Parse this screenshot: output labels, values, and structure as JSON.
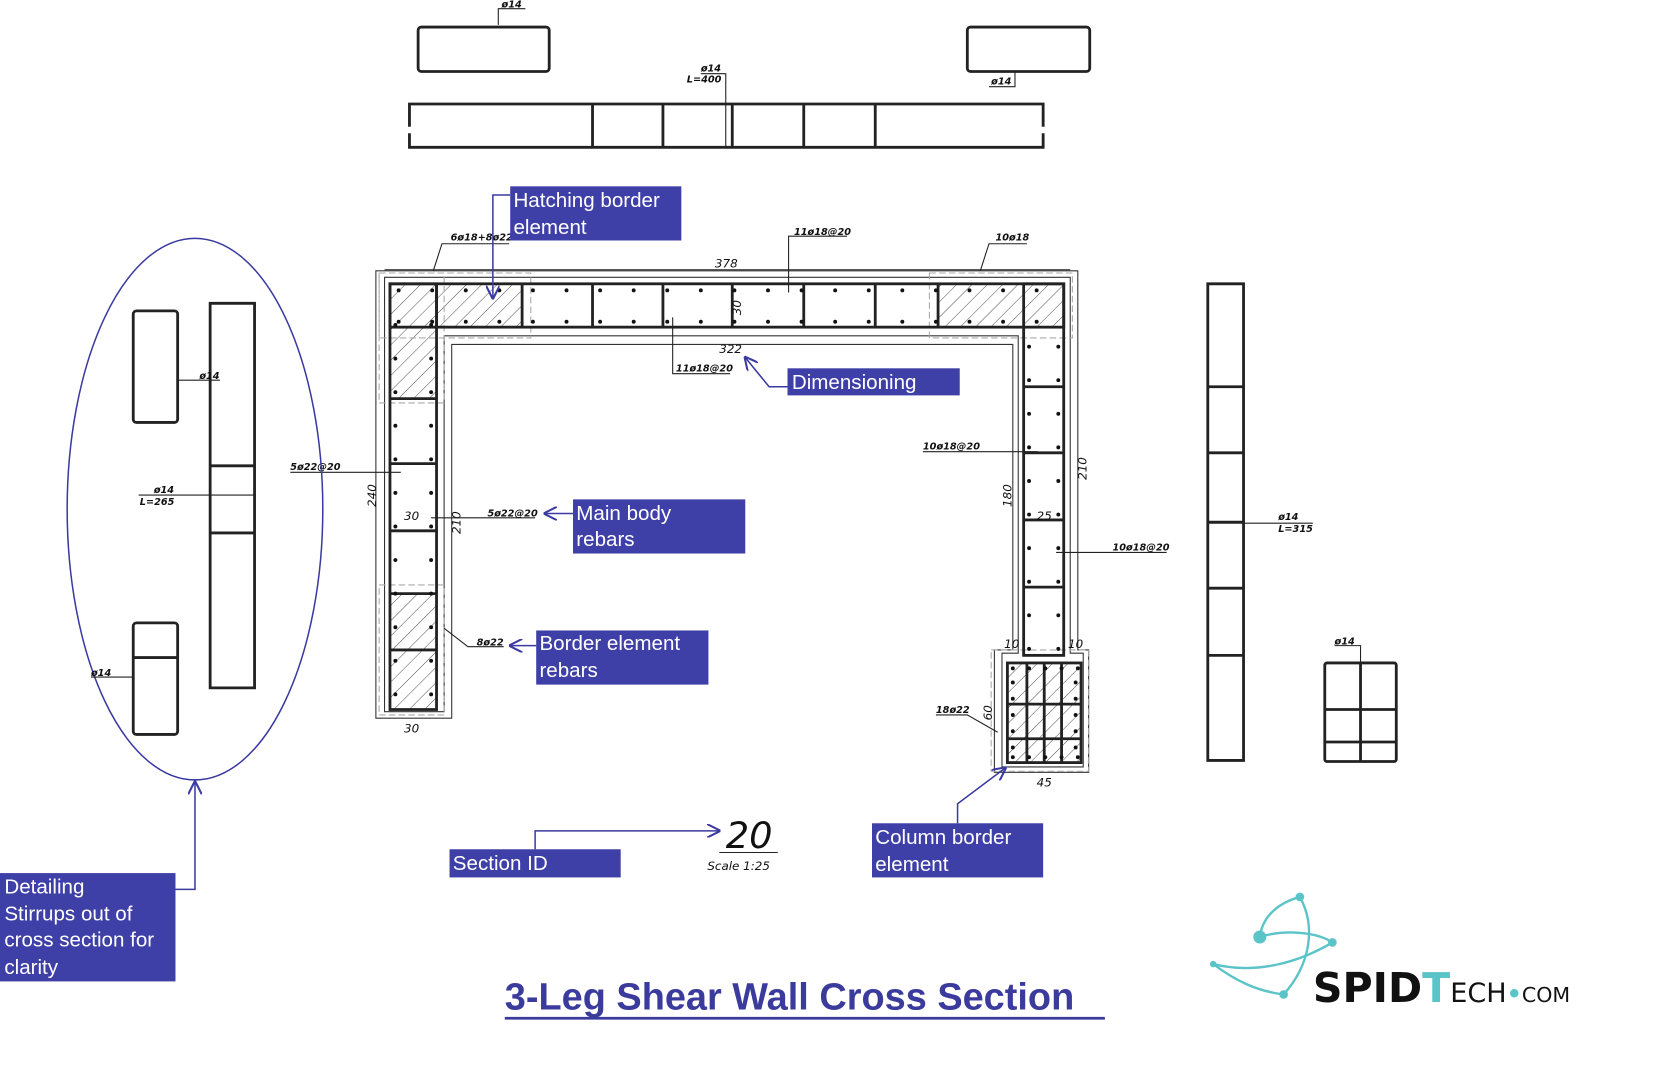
{
  "title": "3-Leg   Shear Wall Cross Section",
  "colors": {
    "callout": "#3f3fa8",
    "title": "#3b3b9e",
    "logo_accent": "#5bc4c9"
  },
  "logo": {
    "spid": "SPID",
    "t": "T",
    "ech": "ECH",
    "dot": "•",
    "com": "COM"
  },
  "section": {
    "id": "20",
    "scale": "Scale  1:25"
  },
  "callouts": {
    "hatching": [
      "Hatching border",
      "element"
    ],
    "dimensioning": [
      "Dimensioning"
    ],
    "main_body": [
      "Main body",
      "rebars"
    ],
    "border_rebars": [
      "Border element",
      "rebars"
    ],
    "column_border": [
      "Column border",
      "element"
    ],
    "section_id": [
      "Section ID"
    ],
    "detailing": [
      "Detailing",
      "Stirrups out of",
      "cross section for",
      "clarity"
    ]
  },
  "rebar_labels": {
    "top_left_stirrup": "ø14",
    "top_right_stirrup": "ø14",
    "long_top_stirrup": "ø14",
    "long_top_length": "L=400",
    "corner_left": "6ø18+8ø22",
    "top_web": "11ø18@20",
    "corner_right": "10ø18",
    "top_web_inner": "11ø18@20",
    "right_web_outer": "10ø18@20",
    "left_web_outer": "5ø22@20",
    "left_web_inner": "5ø22@20",
    "right_web_inner": "10ø18@20",
    "left_border": "8ø22",
    "column": "18ø22",
    "detail_stirrup_a": "ø14",
    "detail_long": "ø14",
    "detail_long_length": "L=265",
    "detail_stirrup_b": "ø14",
    "right_long": "ø14",
    "right_long_length": "L=315",
    "right_small": "ø14"
  },
  "dimensions": {
    "top_length": "378",
    "top_thickness": "30",
    "top_inner": "322",
    "left_length": "240",
    "left_thickness": "30",
    "left_inner": "210",
    "left_bottom": "30",
    "right_inner": "180",
    "right_outer": "210",
    "right_thickness": "25",
    "col_offset_left": "10",
    "col_offset_right": "10",
    "col_depth": "60",
    "col_width": "45"
  }
}
